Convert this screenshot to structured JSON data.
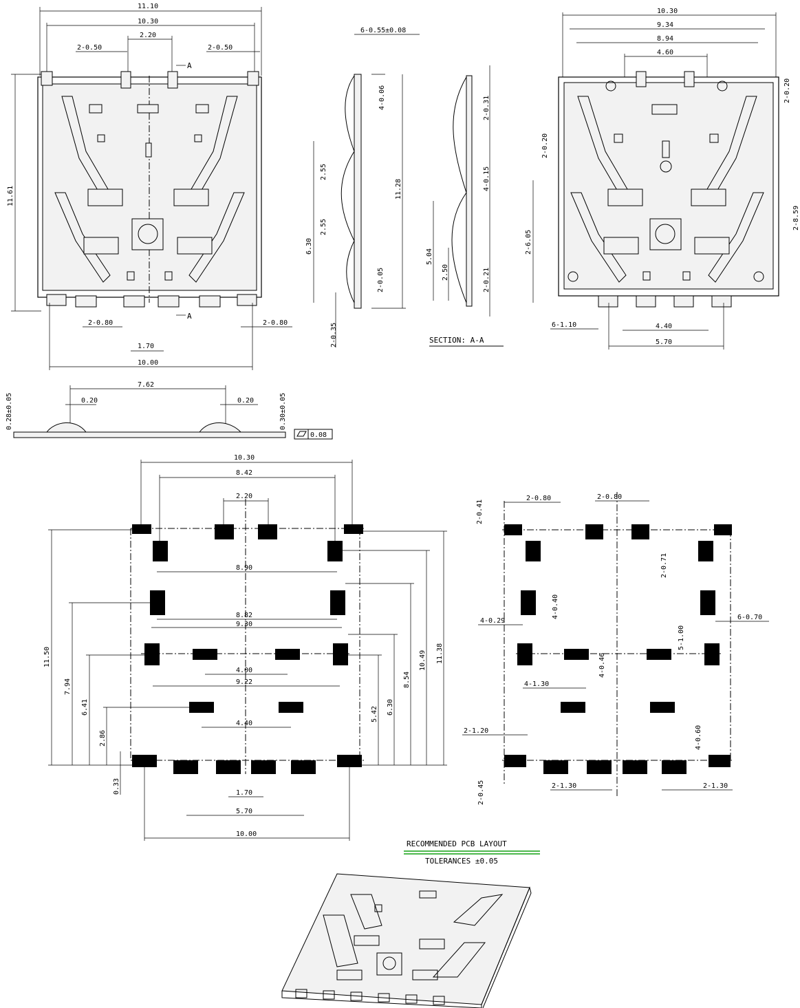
{
  "top_left_view": {
    "dims": [
      "11.10",
      "10.30",
      "2.20",
      "2-0.50",
      "2-0.50",
      "11.61",
      "2-0.80",
      "2-0.80",
      "1.70",
      "10.00"
    ],
    "section_marks": [
      "A",
      "A"
    ]
  },
  "side_view": {
    "dims": [
      "6-0.55±0.08",
      "4-0.06",
      "2.55",
      "2.55",
      "11.28",
      "6.30",
      "2-0.05",
      "2-0.35"
    ]
  },
  "section_view": {
    "dims": [
      "2-0.31",
      "4-0.15",
      "5.04",
      "2.50",
      "2-0.21"
    ],
    "caption": "SECTION: A-A"
  },
  "top_right_view": {
    "dims": [
      "10.30",
      "9.34",
      "8.94",
      "4.60",
      "2-0.20",
      "2-0.20",
      "2-6.05",
      "2-8.59",
      "6-1.10",
      "4.40",
      "5.70"
    ]
  },
  "front_view": {
    "dims": [
      "7.62",
      "0.20",
      "0.20",
      "0.28±0.05",
      "0.30±0.05",
      "0.08"
    ]
  },
  "pcb_left": {
    "dims": [
      "10.30",
      "8.42",
      "2.20",
      "8.90",
      "8.82",
      "9.30",
      "4.00",
      "9.22",
      "4.40",
      "1.70",
      "5.70",
      "10.00",
      "11.50",
      "7.94",
      "6.41",
      "2.86",
      "0.33",
      "5.42",
      "6.30",
      "8.54",
      "10.49",
      "11.38"
    ]
  },
  "pcb_right": {
    "dims": [
      "2-0.41",
      "2-0.80",
      "2-0.80",
      "2-0.71",
      "4-0.40",
      "4-0.29",
      "5-1.00",
      "6-0.70",
      "4-1.30",
      "4-0.46",
      "2-1.20",
      "4-0.60",
      "2-0.45",
      "2-1.30",
      "2-1.30"
    ]
  },
  "notes": {
    "title": "RECOMMENDED PCB LAYOUT",
    "tolerance": "TOLERANCES ±0.05"
  }
}
